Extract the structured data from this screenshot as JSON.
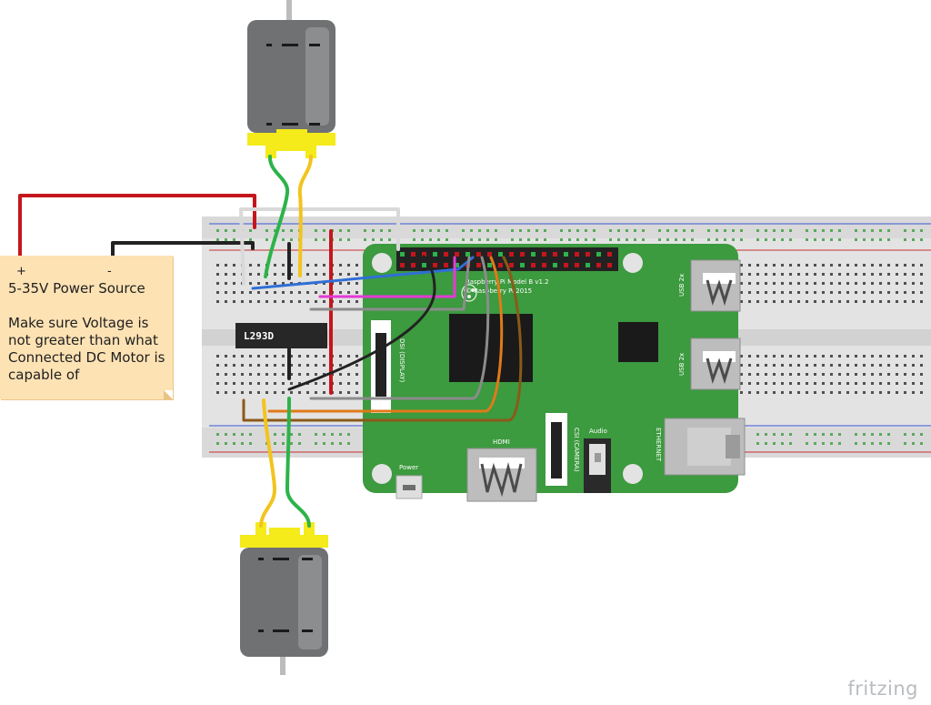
{
  "power_note": {
    "plus": "+",
    "minus": "-",
    "heading": "5-35V Power Source",
    "body": "Make sure Voltage is not greater than what Connected DC Motor is capable of"
  },
  "driver_chip": {
    "label": "L293D"
  },
  "raspberry_pi": {
    "model": "Raspberry Pi Model B v1.2",
    "copyright": "© Raspberry Pi 2015",
    "port_labels": {
      "usb_top": "USB 2x",
      "usb_bottom": "USB 2x",
      "ethernet": "ETHERNET",
      "hdmi": "HDMI",
      "audio": "Audio",
      "power": "Power",
      "display": "DSI (DISPLAY)",
      "camera": "CSI (CAMERA)"
    }
  },
  "branding": {
    "name": "fritzing"
  },
  "colors": {
    "pi_board": "#3c9a3f",
    "breadboard": "#e3e3e3",
    "motor_body": "#6f7173",
    "motor_cap": "#f5ea1a",
    "note_bg": "#fde2b4",
    "wire_red": "#c4161c",
    "wire_black": "#222222",
    "wire_green": "#2db34a",
    "wire_yellow": "#f2c41d",
    "wire_blue": "#2f6fd6",
    "wire_magenta": "#e33ad6",
    "wire_gray": "#8c8c8c",
    "wire_orange": "#e07a1a",
    "wire_brown": "#8a5a1a",
    "wire_white": "#d9d9d9"
  }
}
